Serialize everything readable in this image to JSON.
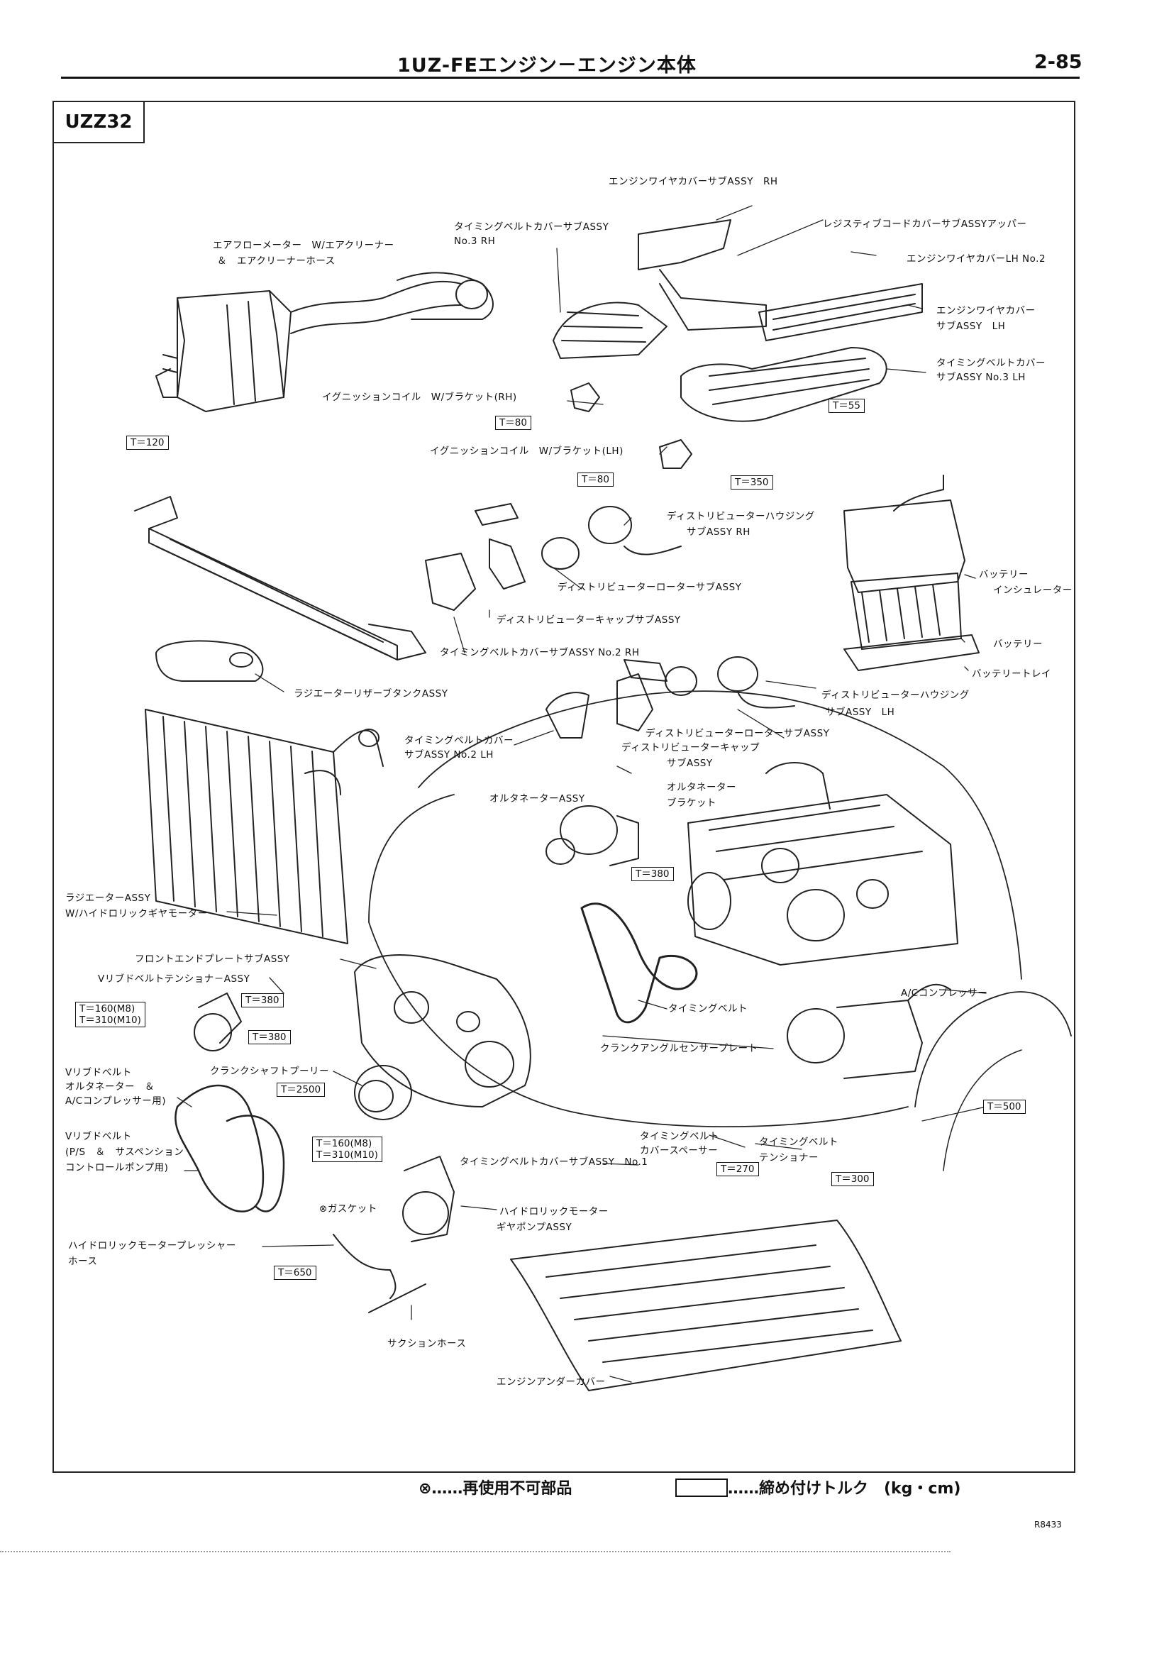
{
  "header": {
    "title": "1UZ-FEエンジン－エンジン本体",
    "page": "2-85"
  },
  "model_code": "UZZ32",
  "labels": {
    "wire_cover_rh": "エンジンワイヤカバーサブASSY　RH",
    "timing_cover_no3_rh_1": "タイミングベルトカバーサブASSY",
    "timing_cover_no3_rh_2": "No.3 RH",
    "resistive_cover": "レジスティブコードカバーサブASSYアッパー",
    "wire_cover_lh_no2": "エンジンワイヤカバーLH No.2",
    "airflow_1": "エアフローメーター　W/エアクリーナー",
    "airflow_2": "＆　エアクリーナーホース",
    "wire_cover_lh_1": "エンジンワイヤカバー",
    "wire_cover_lh_2": "サブASSY　LH",
    "timing_cover_no3_lh_1": "タイミングベルトカバー",
    "timing_cover_no3_lh_2": "サブASSY No.3 LH",
    "ign_coil_rh": "イグニッションコイル　W/ブラケット(RH)",
    "ign_coil_lh": "イグニッションコイル　W/ブラケット(LH)",
    "dist_housing_rh_1": "ディストリビューターハウジング",
    "dist_housing_rh_2": "サブASSY RH",
    "dist_rotor": "ディストリビューターローターサブASSY",
    "dist_cap": "ディストリビューターキャップサブASSY",
    "battery_insulator_1": "バッテリー",
    "battery_insulator_2": "インシュレーター",
    "battery": "バッテリー",
    "battery_tray": "バッテリートレイ",
    "timing_cover_no2_rh": "タイミングベルトカバーサブASSY No.2 RH",
    "reserve_tank": "ラジエーターリザーブタンクASSY",
    "dist_housing_lh_1": "ディストリビューターハウジング",
    "dist_housing_lh_2": "サブASSY　LH",
    "dist_rotor_lh": "ディストリビューターローターサブASSY",
    "timing_cover_no2_lh_1": "タイミングベルトカバー",
    "timing_cover_no2_lh_2": "サブASSY No.2 LH",
    "dist_cap_lh_1": "ディストリビューターキャップ",
    "dist_cap_lh_2": "サブASSY",
    "alternator": "オルタネーターASSY",
    "alt_bracket_1": "オルタネーター",
    "alt_bracket_2": "ブラケット",
    "radiator_1": "ラジエーターASSY",
    "radiator_2": "W/ハイドロリックギヤモーター",
    "front_plate": "フロントエンドプレートサブASSY",
    "v_tensioner": "Vリブドベルトテンショナ－ASSY",
    "ac_compressor": "A/Cコンプレッサー",
    "timing_belt": "タイミングベルト",
    "crank_angle": "クランクアングルセンサープレート",
    "v_belt_1_a": "Vリブドベルト",
    "v_belt_1_b": "オルタネーター　＆",
    "v_belt_1_c": "A/Cコンプレッサー用)",
    "crank_pulley": "クランクシャフトプーリー",
    "v_belt_2_a": "Vリブドベルト",
    "v_belt_2_b": "(P/S　＆　サスペンション",
    "v_belt_2_c": "コントロールポンプ用)",
    "spacer_1": "タイミングベルト",
    "spacer_2": "カバースペーサー",
    "timing_cover_no1": "タイミングベルトカバーサブASSY　No.1",
    "tensioner_1": "タイミングベルト",
    "tensioner_2": "テンショナー",
    "gasket": "ガスケット",
    "hyd_pump_1": "ハイドロリックモーター",
    "hyd_pump_2": "ギヤポンプASSY",
    "hyd_hose_1": "ハイドロリックモータープレッシャー",
    "hyd_hose_2": "ホース",
    "suction_hose": "サクションホース",
    "under_cover": "エンジンアンダーカバー"
  },
  "torques": {
    "t55": "T＝55",
    "t80a": "T＝80",
    "t80b": "T＝80",
    "t120": "T＝120",
    "t350": "T＝350",
    "t380a": "T＝380",
    "t380b": "T＝380",
    "t380c": "T＝380",
    "t160_m8a": "T＝160(M8)",
    "t310_m10a": "T＝310(M10)",
    "t2500": "T＝2500",
    "t160_m8b": "T＝160(M8)",
    "t310_m10b": "T＝310(M10)",
    "t270": "T＝270",
    "t300": "T＝300",
    "t500": "T＝500",
    "t650": "T＝650"
  },
  "legend": {
    "non_reusable": "⊗……再使用不可部品",
    "torque": "……締め付けトルク　(kg・cm)"
  },
  "figure_code": "R8433"
}
